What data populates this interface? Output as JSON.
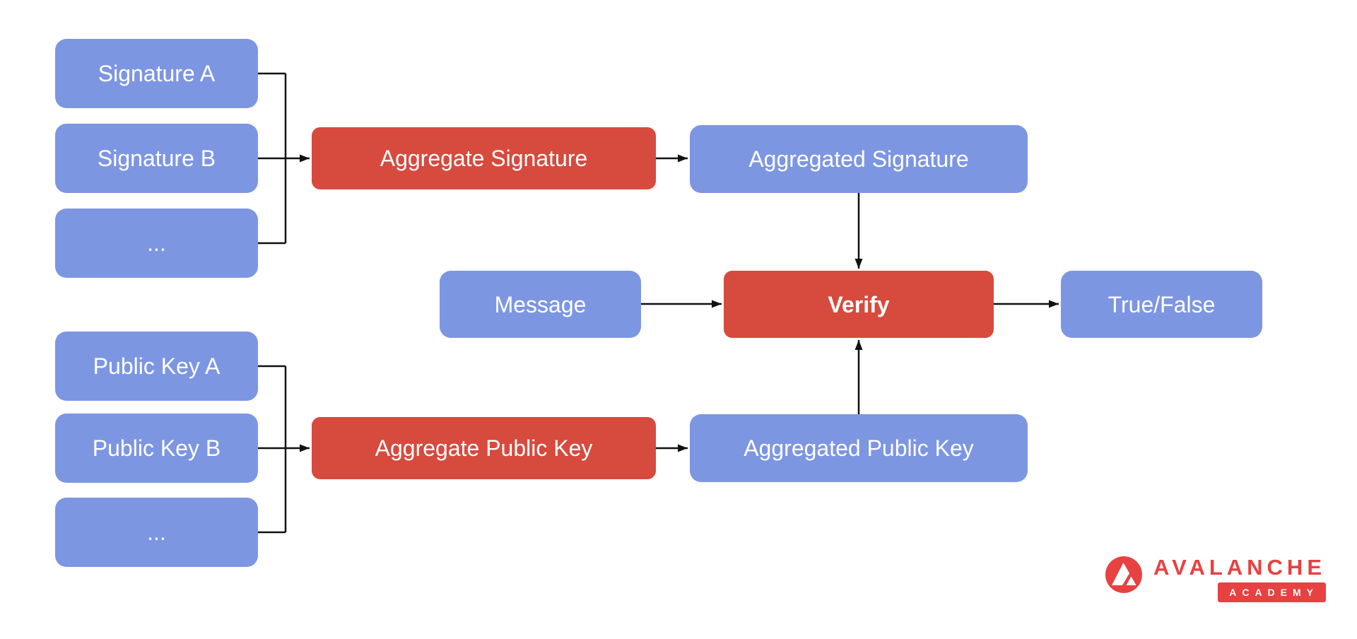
{
  "colors": {
    "blue": "#7d96e2",
    "red": "#d74a3e",
    "arrow": "#111111",
    "brand_red": "#e84142"
  },
  "nodes": {
    "signature_a": {
      "label": "Signature A"
    },
    "signature_b": {
      "label": "Signature B"
    },
    "signature_more": {
      "label": "..."
    },
    "aggregate_signature": {
      "label": "Aggregate Signature"
    },
    "aggregated_signature": {
      "label": "Aggregated Signature"
    },
    "message": {
      "label": "Message"
    },
    "verify": {
      "label": "Verify"
    },
    "true_false": {
      "label": "True/False"
    },
    "public_key_a": {
      "label": "Public Key A"
    },
    "public_key_b": {
      "label": "Public Key B"
    },
    "public_key_more": {
      "label": "..."
    },
    "aggregate_public_key": {
      "label": "Aggregate Public Key"
    },
    "aggregated_public_key": {
      "label": "Aggregated Public Key"
    }
  },
  "edges": [
    {
      "from": "signature_a",
      "to": "aggregate_signature"
    },
    {
      "from": "signature_b",
      "to": "aggregate_signature"
    },
    {
      "from": "signature_more",
      "to": "aggregate_signature"
    },
    {
      "from": "aggregate_signature",
      "to": "aggregated_signature"
    },
    {
      "from": "aggregated_signature",
      "to": "verify"
    },
    {
      "from": "message",
      "to": "verify"
    },
    {
      "from": "verify",
      "to": "true_false"
    },
    {
      "from": "public_key_a",
      "to": "aggregate_public_key"
    },
    {
      "from": "public_key_b",
      "to": "aggregate_public_key"
    },
    {
      "from": "public_key_more",
      "to": "aggregate_public_key"
    },
    {
      "from": "aggregate_public_key",
      "to": "aggregated_public_key"
    },
    {
      "from": "aggregated_public_key",
      "to": "verify"
    }
  ],
  "logo": {
    "brand": "AVALANCHE",
    "badge": "ACADEMY"
  }
}
